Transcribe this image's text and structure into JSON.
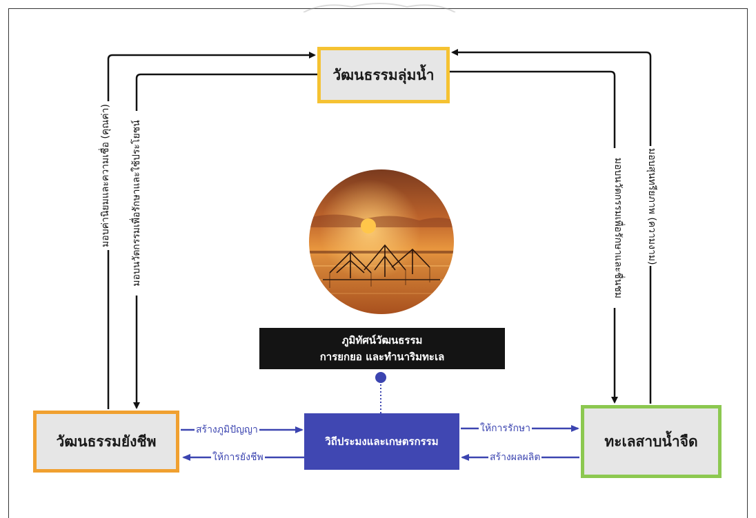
{
  "nodes": {
    "top": "วัฒนธรรมลุ่มน้ำ",
    "left": "วัฒนธรรมยังชีพ",
    "right": "ทะเลสาบน้ำจืด",
    "center": "วิถีประมงและเกษตรกรรม"
  },
  "caption": {
    "line1": "ภูมิทัศน์วัฒนธรรม",
    "line2": "การยกยอ และทำนาริมทะเล"
  },
  "edges": {
    "left_outer": "มอบค่านิยมและความเชื่อ (คุณค่า)",
    "left_inner": "มอบนวัตกรรมเพื่อรักษาและใช้ประโยชน์",
    "right_inner": "มอบนวัตกรรมเพื่อรักษาและชื่นชม",
    "right_outer": "มอบสุนทรียภาพ (ความงาม)",
    "left_to_center": "สร้างภูมิปัญญา",
    "center_to_left": "ให้การยังชีพ",
    "center_to_right": "ให้การรักษา",
    "right_to_center": "สร้างผลผลิต"
  },
  "colors": {
    "top_border": "#f5c232",
    "left_border": "#f0a030",
    "right_border": "#8cc850",
    "center_fill": "#4047b2",
    "arrow_dark": "#111111",
    "arrow_blue": "#3b44b0"
  }
}
